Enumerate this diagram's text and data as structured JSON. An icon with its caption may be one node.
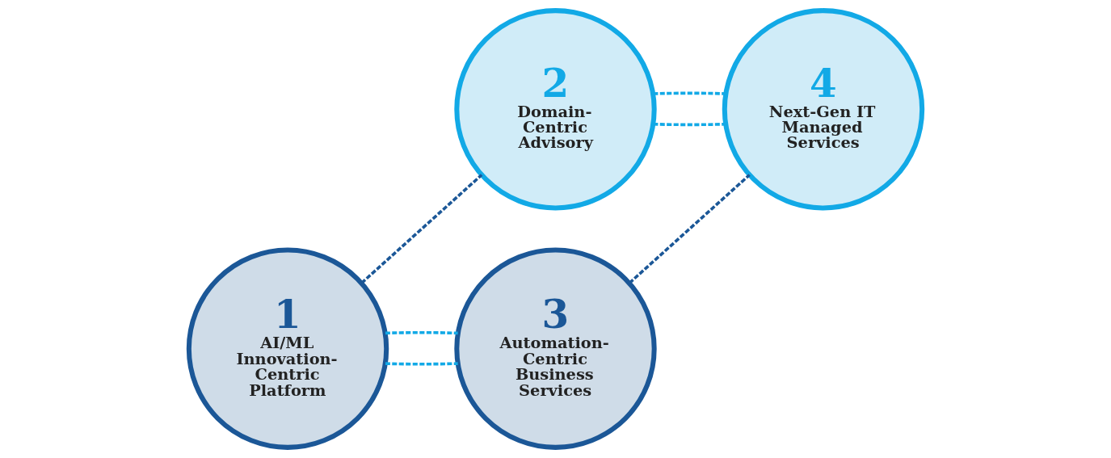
{
  "diagram": {
    "nodes": [
      {
        "text": [
          "1",
          "AI/ML Innovation-Centric Platform"
        ]
      },
      {
        "text": [
          "2",
          "Domain-Centric Advisory"
        ]
      },
      {
        "text": [
          "3",
          "Automation-Centric Business Services"
        ]
      },
      {
        "text": [
          "4",
          "Next-Gen IT Managed Services"
        ]
      }
    ],
    "edges": [
      {
        "from": 0,
        "to": 1,
        "arrow": "none",
        "style": "dashed",
        "color": "#1b5797"
      },
      {
        "from": 1,
        "to": 3,
        "arrow": "none",
        "style": "dashed"
      },
      {
        "from": 1,
        "to": 3,
        "arrow": "none",
        "style": "dashed"
      },
      {
        "from": 0,
        "to": 2,
        "arrow": "none",
        "style": "dashed"
      },
      {
        "from": 0,
        "to": 2,
        "arrow": "none",
        "style": "dashed"
      },
      {
        "from": 2,
        "to": 3,
        "arrow": "none",
        "style": "dashed",
        "color": "#1b5797"
      }
    ]
  }
}
